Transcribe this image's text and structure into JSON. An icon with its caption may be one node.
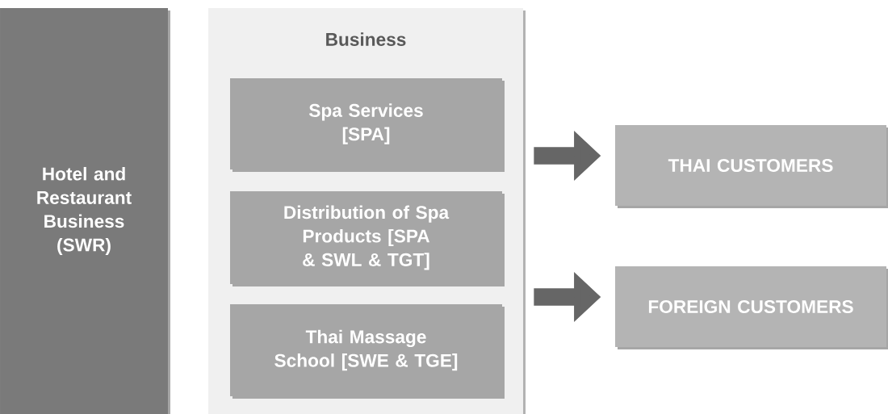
{
  "diagram": {
    "nodes": [
      {
        "text": [
          "Hotel and Restaurant Business (SWR)"
        ]
      },
      {
        "text": [
          "Business"
        ]
      },
      {
        "text": [
          "Spa Services [SPA]"
        ],
        "in": 1
      },
      {
        "text": [
          "Distribution of Spa Products [SPA & SWL & TGT]"
        ],
        "in": 1
      },
      {
        "text": [
          "Thai Massage School [SWE & TGE]"
        ],
        "in": 1
      },
      {
        "text": [
          "THAI CUSTOMERS"
        ]
      },
      {
        "text": [
          "FOREIGN CUSTOMERS"
        ]
      }
    ],
    "edges": [
      {
        "from": 1,
        "to": 5,
        "arrow": "to"
      },
      {
        "from": 1,
        "to": 6,
        "arrow": "to"
      }
    ]
  }
}
